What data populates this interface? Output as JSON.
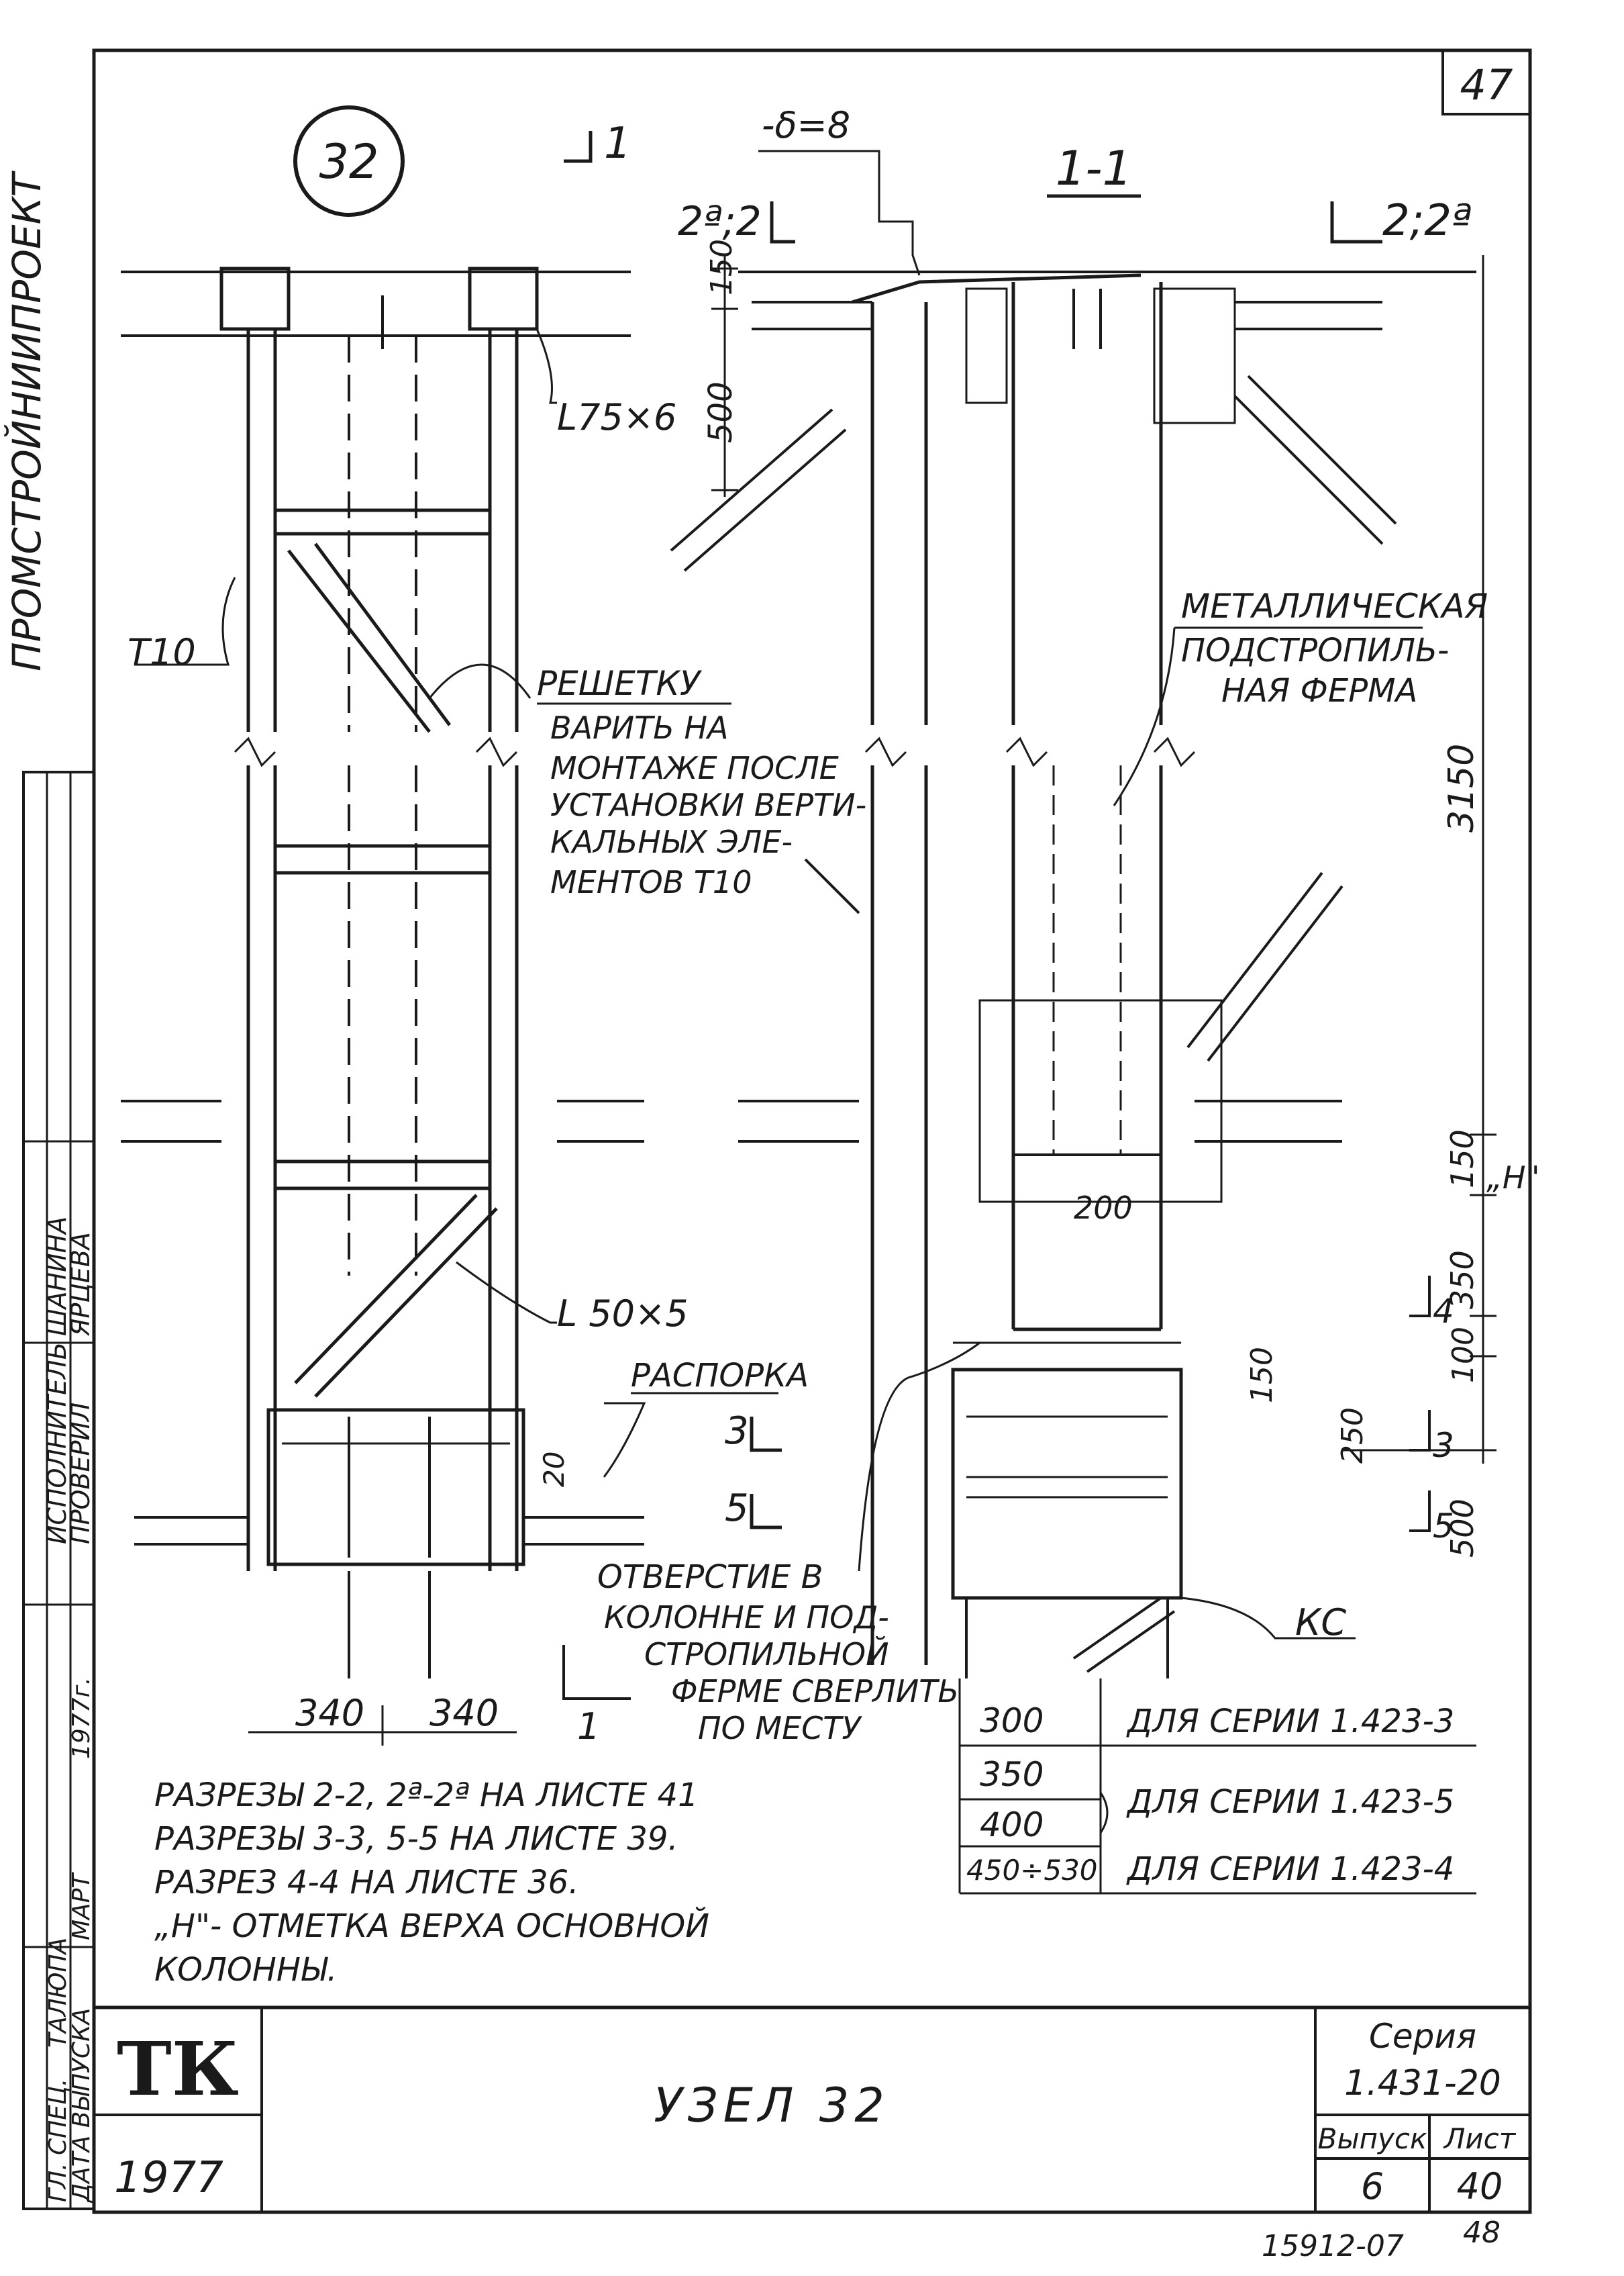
{
  "sheet": {
    "page_number": "47",
    "node_number": "32",
    "section_marker_top": "1",
    "section_title": "1-1",
    "plate_label": "-δ=8",
    "section_2_label": "2ª;2",
    "section_2_right_label": "2;2ª",
    "vertical_org": "ПРОМСТРОЙНИИПРОЕКТ"
  },
  "labels": {
    "angle_top": "L75×6",
    "t10": "T10",
    "weld_note": [
      "РЕШЕТКУ",
      "ВАРИТЬ НА",
      "МОНТАЖЕ ПОСЛЕ",
      "УСТАНОВКИ ВЕРТИ-",
      "КАЛЬНЫХ ЭЛЕ-",
      "МЕНТОВ T10"
    ],
    "truss_note": [
      "МЕТАЛЛИЧЕСКАЯ",
      "ПОДСТРОПИЛЬ-",
      "НАЯ ФЕРМА"
    ],
    "angle_bottom": "L 50×5",
    "strut": "РАСПОРКА",
    "sec3": "3",
    "sec5": "5",
    "hole_note": [
      "ОТВЕРСТИЕ В",
      "КОЛОННЕ И ПОД-",
      "СТРОПИЛЬНОЙ",
      "ФЕРМЕ СВЕРЛИТЬ",
      "ПО МЕСТУ"
    ],
    "kc": "КС",
    "dim_340_left": "340",
    "dim_340_right": "340",
    "sec_marker_bottom": "1",
    "dim_200": "200",
    "dim_150_top": "150",
    "dim_500_top": "500",
    "dim_3150": "3150",
    "dim_150_mid": "150",
    "h_mark": "„H\"",
    "dim_350": "350",
    "dim_100": "100",
    "dim_150_small": "150",
    "dim_250": "250",
    "dim_500_bot": "500",
    "dim_20": "20",
    "sec4": "4",
    "sec3_right": "3",
    "sec5_right": "5"
  },
  "series_table": [
    {
      "value": "300",
      "text": "ДЛЯ СЕРИИ 1.423-3"
    },
    {
      "value": "350",
      "text": ""
    },
    {
      "value": "400",
      "text": "ДЛЯ СЕРИИ 1.423-5"
    },
    {
      "value": "450÷530",
      "text": "ДЛЯ СЕРИИ 1.423-4"
    }
  ],
  "notes": [
    "РАЗРЕЗЫ 2-2, 2ª-2ª НА ЛИСТЕ 41",
    "РАЗРЕЗЫ 3-3, 5-5 НА ЛИСТЕ 39.",
    "РАЗРЕЗ 4-4 НА ЛИСТЕ 36.",
    "„H\"- ОТМЕТКА ВЕРХА ОСНОВНОЙ",
    "КОЛОННЫ."
  ],
  "left_stamp": {
    "rows": [
      {
        "role": "ИСПОЛНИТЕЛЬ",
        "name": "ШАНИНА"
      },
      {
        "role": "ПРОВЕРИЛ",
        "name": "ЯРЦЕВА"
      },
      {
        "role": "ГЛ. СПЕЦ.",
        "name": "ТАЛЮПА"
      },
      {
        "role": "ДАТА ВЫПУСКА",
        "name": "МАРТ"
      }
    ],
    "year_month": "1977г."
  },
  "title_block": {
    "logo": "ТК",
    "year": "1977",
    "title": "УЗЕЛ 32",
    "series_label": "Серия",
    "series_value": "1.431-20",
    "issue_label": "Выпуск",
    "sheet_label": "Лист",
    "issue_value": "6",
    "sheet_value": "40",
    "footer_code": "15912-07",
    "footer_num": "48"
  }
}
